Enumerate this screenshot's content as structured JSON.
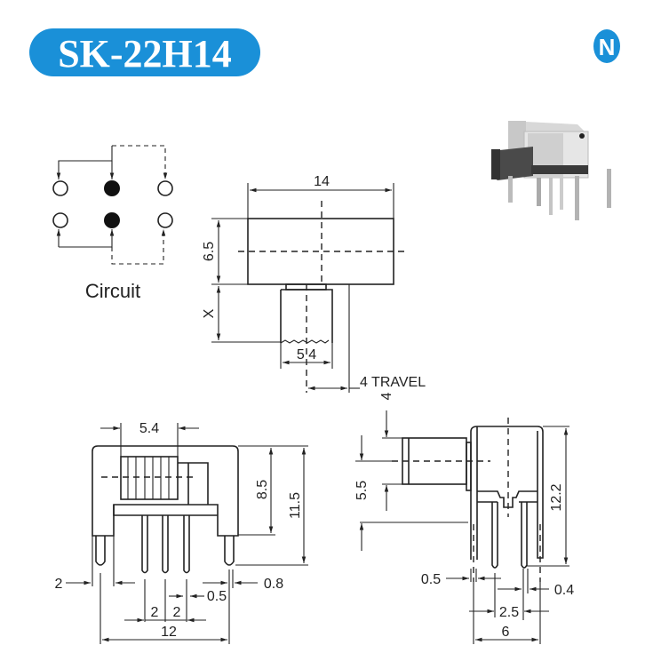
{
  "header": {
    "model": "SK-22H14",
    "logo_letter": "N",
    "accent_color": "#1a90d8"
  },
  "circuit": {
    "caption": "Circuit"
  },
  "top_view": {
    "width": "14",
    "height": "6.5",
    "actuator_length": "X",
    "actuator_width": "5 4",
    "travel": "4 TRAVEL"
  },
  "front_view": {
    "actuator_width": "5.4",
    "body_height": "8.5",
    "total_height": "11.5",
    "side_pin": "2",
    "pin_width": "0.5",
    "side_pin_width": "0.8",
    "pitch_a": "2",
    "pitch_b": "2",
    "pin_span": "12"
  },
  "side_view": {
    "actuator_offset": "4",
    "actuator_height": "5.5",
    "height": "12.2",
    "pin_width": "0.5",
    "pin_width_b": "0.4",
    "pitch": "2.5",
    "depth": "6"
  }
}
